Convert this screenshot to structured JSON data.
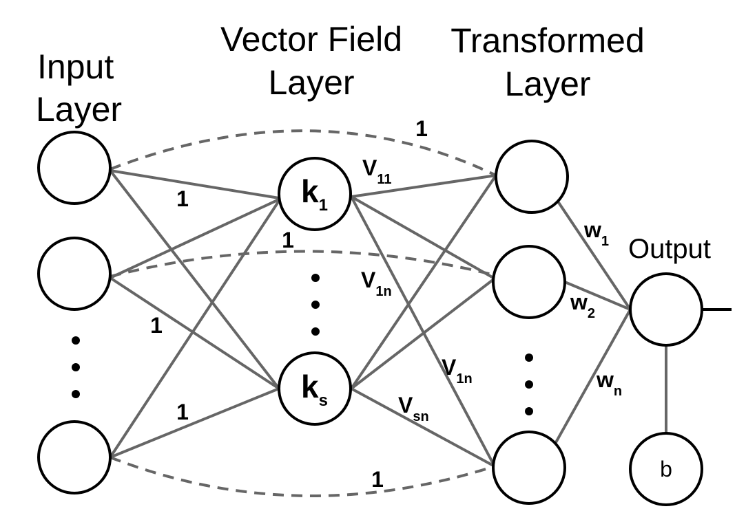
{
  "titles": {
    "input_line1": "Input",
    "input_line2": "Layer",
    "vector_line1": "Vector Field",
    "vector_line2": "Layer",
    "transformed_line1": "Transformed",
    "transformed_line2": "Layer",
    "output": "Output"
  },
  "nodes": {
    "k1": {
      "main": "k",
      "sub": "1"
    },
    "ks": {
      "main": "k",
      "sub": "s"
    },
    "bias": "b"
  },
  "edge_labels": {
    "one": "1",
    "v11": {
      "main": "V",
      "sub": "11"
    },
    "v1n_a": {
      "main": "V",
      "sub": "1n"
    },
    "v1n_b": {
      "main": "V",
      "sub": "1n"
    },
    "vsn": {
      "main": "V",
      "sub": "sn"
    },
    "w1": {
      "main": "w",
      "sub": "1"
    },
    "w2": {
      "main": "w",
      "sub": "2"
    },
    "wn": {
      "main": "w",
      "sub": "n"
    }
  },
  "colors": {
    "edge": "#666666",
    "node_stroke": "#000000",
    "background": "#ffffff"
  }
}
